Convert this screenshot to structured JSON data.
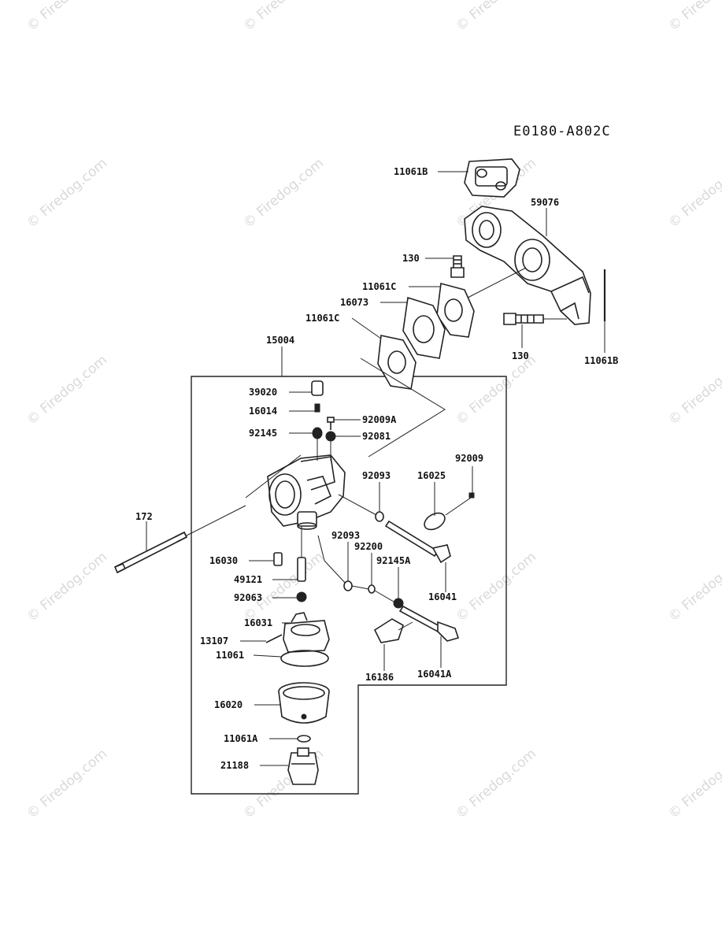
{
  "diagram_code": "E0180-A802C",
  "watermark_text": "© Firedog.com",
  "labels": {
    "l_11061B_top": "11061B",
    "l_59076": "59076",
    "l_130_top": "130",
    "l_11061C_a": "11061C",
    "l_16073": "16073",
    "l_11061C_b": "11061C",
    "l_130_bottom": "130",
    "l_11061B_side": "11061B",
    "l_15004": "15004",
    "l_39020": "39020",
    "l_16014": "16014",
    "l_92009A": "92009A",
    "l_92145": "92145",
    "l_92081": "92081",
    "l_92093_a": "92093",
    "l_16025": "16025",
    "l_92009": "92009",
    "l_172": "172",
    "l_92093_b": "92093",
    "l_92200": "92200",
    "l_92145A": "92145A",
    "l_16030": "16030",
    "l_49121": "49121",
    "l_16041": "16041",
    "l_92063": "92063",
    "l_16031": "16031",
    "l_13107": "13107",
    "l_11061": "11061",
    "l_16186": "16186",
    "l_16041A": "16041A",
    "l_16020": "16020",
    "l_11061A": "11061A",
    "l_21188": "21188"
  }
}
